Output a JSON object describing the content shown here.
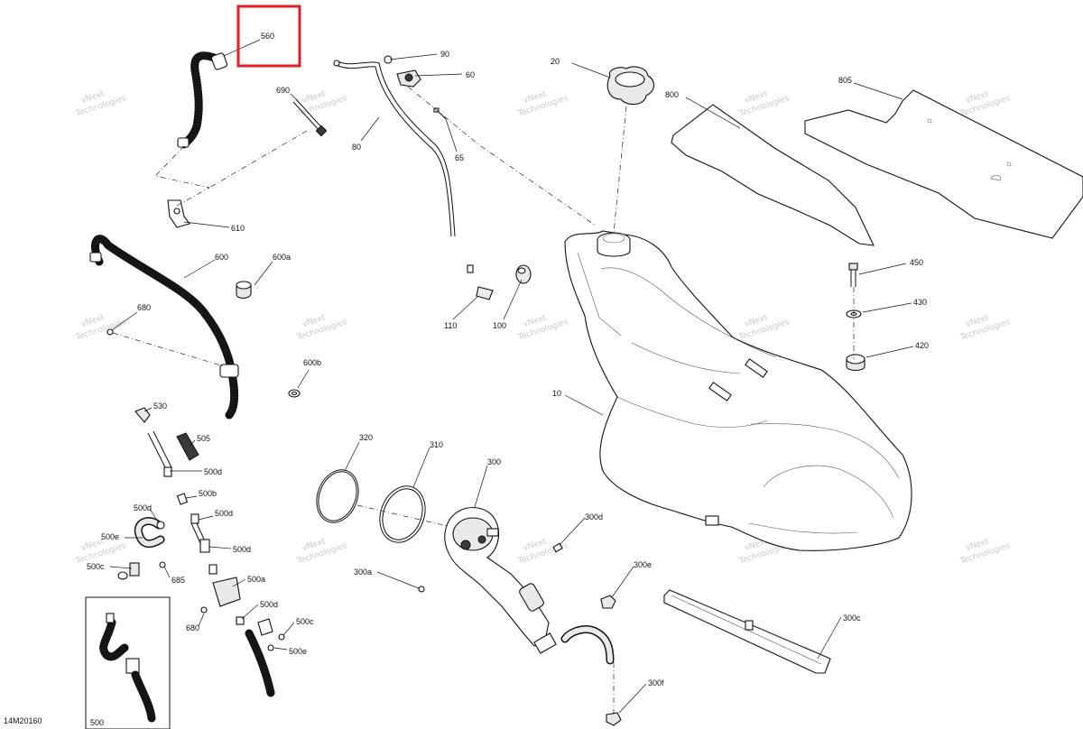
{
  "diagram": {
    "code": "14M20160",
    "highlight_label": "560",
    "labels": [
      "560",
      "90",
      "60",
      "20",
      "800",
      "805",
      "690",
      "80",
      "65",
      "610",
      "600",
      "600a",
      "450",
      "430",
      "420",
      "680",
      "110",
      "100",
      "600b",
      "10",
      "530",
      "505",
      "500d",
      "320",
      "310",
      "300",
      "500b",
      "500d",
      "500d",
      "500e",
      "500c",
      "685",
      "500d",
      "500a",
      "680",
      "500d",
      "500c",
      "500e",
      "300d",
      "300a",
      "300e",
      "300c",
      "300f",
      "500"
    ],
    "watermark": [
      "vNext",
      "Technologies"
    ]
  }
}
